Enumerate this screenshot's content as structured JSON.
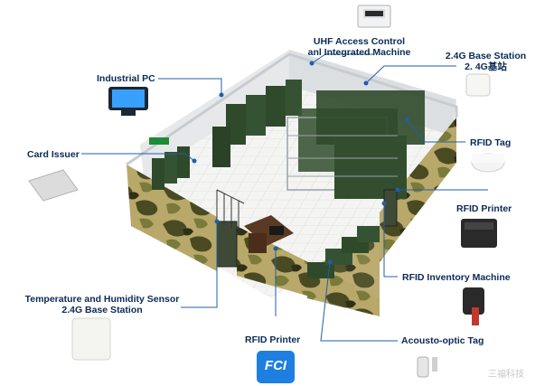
{
  "labels": {
    "uhf_access_control": "UHF Access Control\nanl Integrated Machine",
    "base_station_top": "2.4G Base Station\n2. 4G基站",
    "industrial_pc": "Industrial PC",
    "rfid_tag": "RFID Tag",
    "card_issuer": "Card Issuer",
    "rfid_printer_right": "RFID Printer",
    "rfid_inventory_machine": "RFID Inventory Machine",
    "temp_humidity_sensor": "Temperature and Humidity Sensor\n2.4G Base Station",
    "rfid_printer_bottom": "RFID Printer",
    "acousto_optic_tag": "Acousto-optic Tag"
  },
  "logo_text": "FCI",
  "watermark": "三福科技",
  "colors": {
    "label_text": "#0b2a55",
    "leader_line": "#1f5fa8",
    "camo_dark": "#4a4a22",
    "camo_mid": "#7a7a3a",
    "camo_light": "#b8a86a",
    "cabinet_green": "#2f4a2a",
    "floor": "#eef0ee",
    "logo_blue": "#1e7fe0"
  }
}
